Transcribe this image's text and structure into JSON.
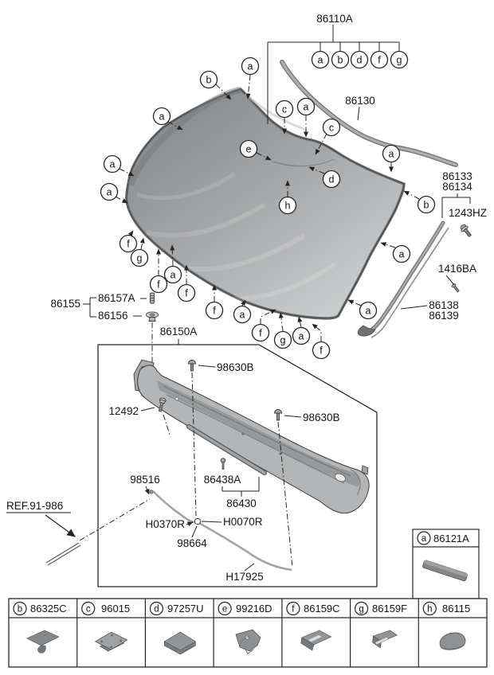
{
  "diagram": {
    "kit": {
      "part": "86110A",
      "items": [
        "a",
        "b",
        "d",
        "f",
        "g"
      ]
    },
    "callouts": [
      "a",
      "b",
      "a",
      "a",
      "a",
      "c",
      "a",
      "c",
      "e",
      "d",
      "h",
      "a",
      "b",
      "a",
      "a",
      "f",
      "g",
      "f",
      "a",
      "f",
      "f",
      "a",
      "f",
      "g",
      "a",
      "f"
    ],
    "labels": {
      "top_molding": "86130",
      "side_molding_upper_1": "86133",
      "side_molding_upper_2": "86134",
      "screw_1243": "1243HZ",
      "screw_1416": "1416BA",
      "side_molding_lower_1": "86138",
      "side_molding_lower_2": "86139",
      "clip_kit": "86155",
      "pin": "86157A",
      "grommet": "86156",
      "cowl_assembly": "86150A",
      "clip_a": "98630B",
      "clip_b": "98630B",
      "cowl_screw": "12492",
      "washer_nozzle": "98516",
      "strip_screw": "86438A",
      "cowl_strip": "86430",
      "hose_370": "H0370R",
      "hose_070": "H0070R",
      "hose_joint": "98664",
      "washer_hose": "H17925",
      "reference": "REF.91-986"
    },
    "legend": {
      "featured": {
        "letter": "a",
        "part": "86121A"
      },
      "cells": [
        {
          "letter": "b",
          "part": "86325C"
        },
        {
          "letter": "c",
          "part": "96015"
        },
        {
          "letter": "d",
          "part": "97257U"
        },
        {
          "letter": "e",
          "part": "99216D"
        },
        {
          "letter": "f",
          "part": "86159C"
        },
        {
          "letter": "g",
          "part": "86159F"
        },
        {
          "letter": "h",
          "part": "86115"
        }
      ]
    },
    "colors": {
      "line": "#2a2a2a",
      "glass_dark": "#8a8d8f",
      "glass_light": "#cbcdce",
      "part_gray": "#95989a"
    }
  }
}
